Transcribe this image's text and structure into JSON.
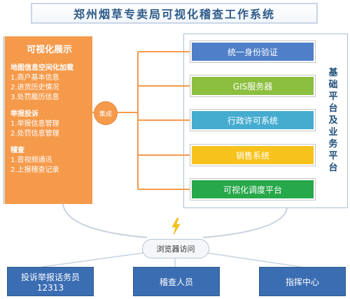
{
  "title": "郑州烟草专卖局可视化稽查工作系统",
  "left_panel": {
    "title": "可视化展示",
    "groups": [
      {
        "heading": "地图信息空间化加载",
        "items": [
          "1.商户基本信息",
          "2.进货历史情况",
          "3.处罚履历信息"
        ]
      },
      {
        "heading": "举报投诉",
        "items": [
          "1.举报信息管理",
          "2.处罚信息管理"
        ]
      },
      {
        "heading": "稽查",
        "items": [
          "1.音视频通讯",
          "2.上报稽查记录"
        ]
      }
    ]
  },
  "connector": "集成",
  "systems": [
    {
      "label": "统一身份验证",
      "color": "#4f7fc8"
    },
    {
      "label": "GIS服务器",
      "color": "#8cbf3f"
    },
    {
      "label": "行政许可系统",
      "color": "#45acd0"
    },
    {
      "label": "销售系统",
      "color": "#f7c21c"
    },
    {
      "label": "可视化调度平台",
      "color": "#27a84a"
    }
  ],
  "platform_label": [
    "基",
    "础",
    "平",
    "台",
    "及",
    "业",
    "务",
    "平",
    "台"
  ],
  "cloud": "浏览器访问",
  "bottom": [
    {
      "line1": "投诉举报话务员",
      "line2": "12313"
    },
    {
      "line1": "稽查人员",
      "line2": ""
    },
    {
      "line1": "指挥中心",
      "line2": ""
    }
  ]
}
